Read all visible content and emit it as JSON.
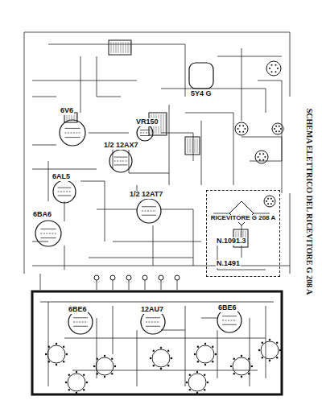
{
  "diagram": {
    "title": "SCHEMA ELETTRICO DEL RICEVITORE G 208 A",
    "nodes": [
      {
        "text": [
          "RICEVITORE G 208 A"
        ]
      }
    ],
    "labels": [
      "6V6",
      "VR150",
      "5Y4 G",
      "1/2 12AX7",
      "6AL5",
      "1/2 12AT7",
      "6BA6",
      "N.1091.3",
      "N.1491",
      "6BE6",
      "12AU7",
      "6BE6"
    ]
  }
}
